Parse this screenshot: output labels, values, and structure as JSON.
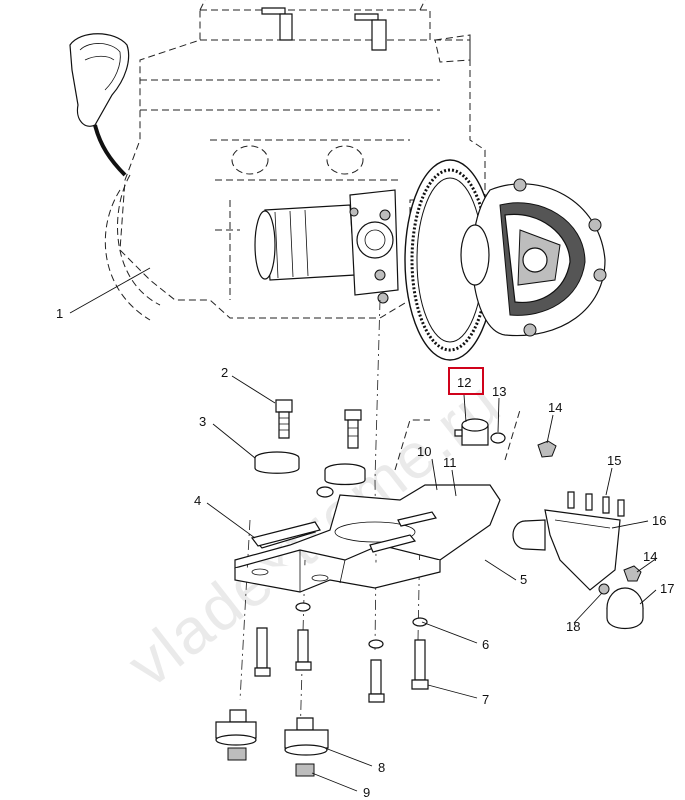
{
  "diagram": {
    "watermark": "vladextreme.ru",
    "highlighted_callout": "12",
    "highlight_color": "#d0021b",
    "callouts": [
      {
        "id": "c1",
        "label": "1"
      },
      {
        "id": "c2",
        "label": "2"
      },
      {
        "id": "c3",
        "label": "3"
      },
      {
        "id": "c4",
        "label": "4"
      },
      {
        "id": "c5",
        "label": "5"
      },
      {
        "id": "c6",
        "label": "6"
      },
      {
        "id": "c7",
        "label": "7"
      },
      {
        "id": "c8",
        "label": "8"
      },
      {
        "id": "c9",
        "label": "9"
      },
      {
        "id": "c10",
        "label": "10"
      },
      {
        "id": "c11",
        "label": "11"
      },
      {
        "id": "c12",
        "label": "12"
      },
      {
        "id": "c13",
        "label": "13"
      },
      {
        "id": "c14a",
        "label": "14"
      },
      {
        "id": "c14b",
        "label": "14"
      },
      {
        "id": "c15",
        "label": "15"
      },
      {
        "id": "c16",
        "label": "16"
      },
      {
        "id": "c17",
        "label": "17"
      },
      {
        "id": "c18",
        "label": "18"
      }
    ]
  }
}
